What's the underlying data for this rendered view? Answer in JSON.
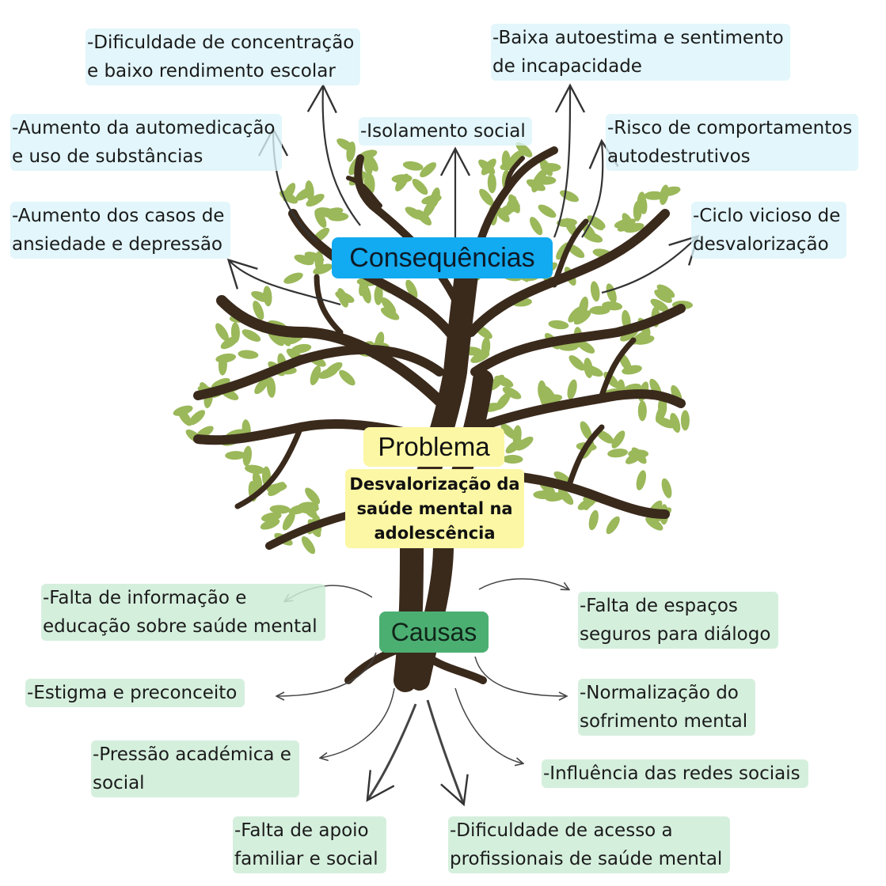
{
  "tree": {
    "consequences_title": "Consequências",
    "problem_title": "Problema",
    "problem_text": "Desvalorização da\nsaúde mental na\nadolescência",
    "causes_title": "Causas"
  },
  "consequences": [
    "-Dificuldade de concentração\ne baixo rendimento escolar",
    "-Baixa autoestima e sentimento\nde incapacidade",
    "-Aumento da automedicação\ne uso de substâncias",
    "-Isolamento social",
    "-Risco de comportamentos\nautodestrutivos",
    "-Aumento dos casos de\nansiedade e depressão",
    "-Ciclo vicioso de\ndesvalorização"
  ],
  "causes": [
    "-Falta de informação e\neducação sobre saúde mental",
    "-Falta de espaços\nseguros para diálogo",
    "-Estigma e preconceito",
    "-Normalização do\nsofrimento mental",
    "-Pressão académica e\nsocial",
    "-Influência das redes sociais",
    "-Falta de apoio\nfamiliar e social",
    "-Dificuldade de acesso a\nprofissionais de saúde mental"
  ],
  "colors": {
    "trunk": "#3a2a1c",
    "leaf": "#9bb85a",
    "consequences_bg": "#daf4fa",
    "consequences_title_bg": "#12aaf0",
    "problem_bg": "#fbf7a4",
    "causes_bg": "#ceecd7",
    "causes_title_bg": "#4caf72",
    "arrow": "#444444"
  }
}
